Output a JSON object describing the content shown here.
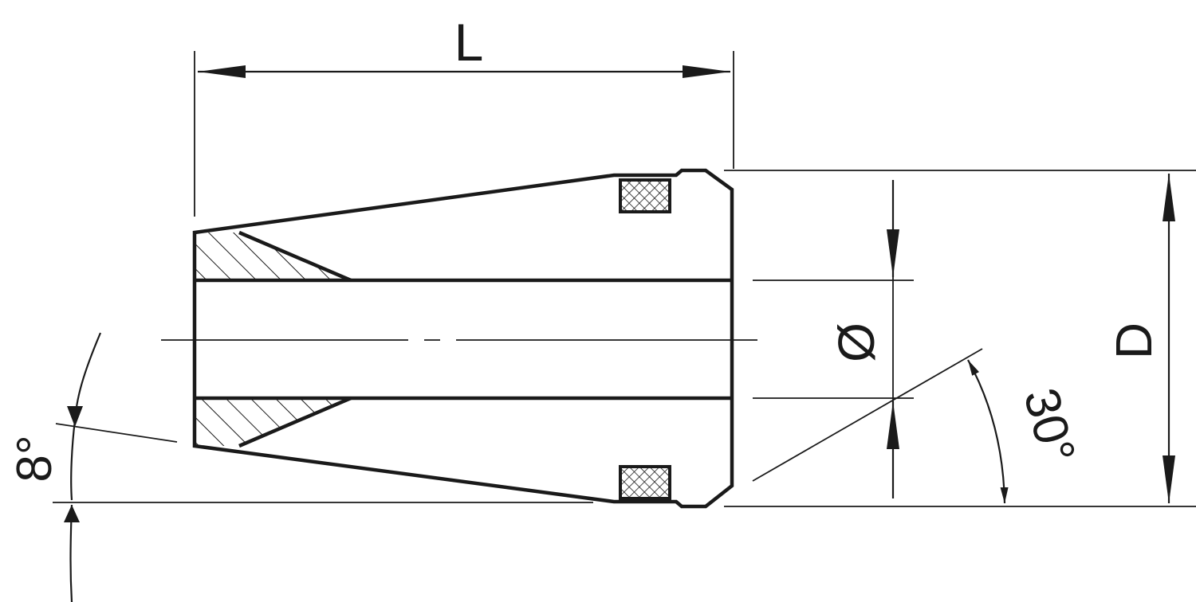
{
  "drawing": {
    "subject": "collet",
    "dimensions": {
      "length_label": "L",
      "outer_diameter_label": "D",
      "bore_diameter_label": "Ø",
      "nose_angle_label": "30°",
      "taper_angle_label": "8°"
    },
    "colors": {
      "line": "#1a1a1a",
      "background": "#ffffff"
    }
  }
}
